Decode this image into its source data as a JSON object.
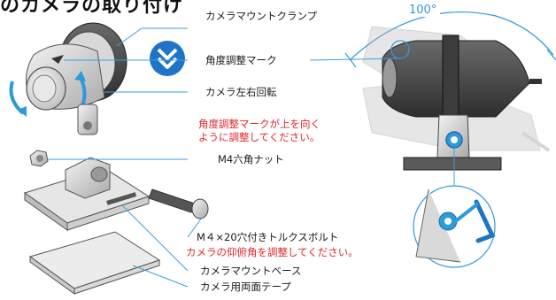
{
  "title": "のカメラの取り付け",
  "angle_label": "100°",
  "labels": {
    "clamp": "カメラマウントクランプ",
    "angle_mark": "角度調整マーク",
    "rotate": "カメラ左右回転",
    "nut": "M4六角ナット",
    "bolt": "M４×20穴付きトルクスボルト",
    "base": "カメラマウントベース",
    "tape": "カメラ用両面テープ"
  },
  "notes": {
    "angle_note_line1": "角度調整マークが上を向く",
    "angle_note_line2": "ように調整してください。",
    "tilt_note": "カメラの仰俯角を調整してください。"
  },
  "colors": {
    "accent_blue": "#2f9ad8",
    "note_red": "#e0262b",
    "chevron_blue": "#1f74c6",
    "leader": "#3aa0dc"
  },
  "icons": [
    "rotate-arrow-icon",
    "chevron-double-down-icon",
    "hex-key-icon"
  ]
}
